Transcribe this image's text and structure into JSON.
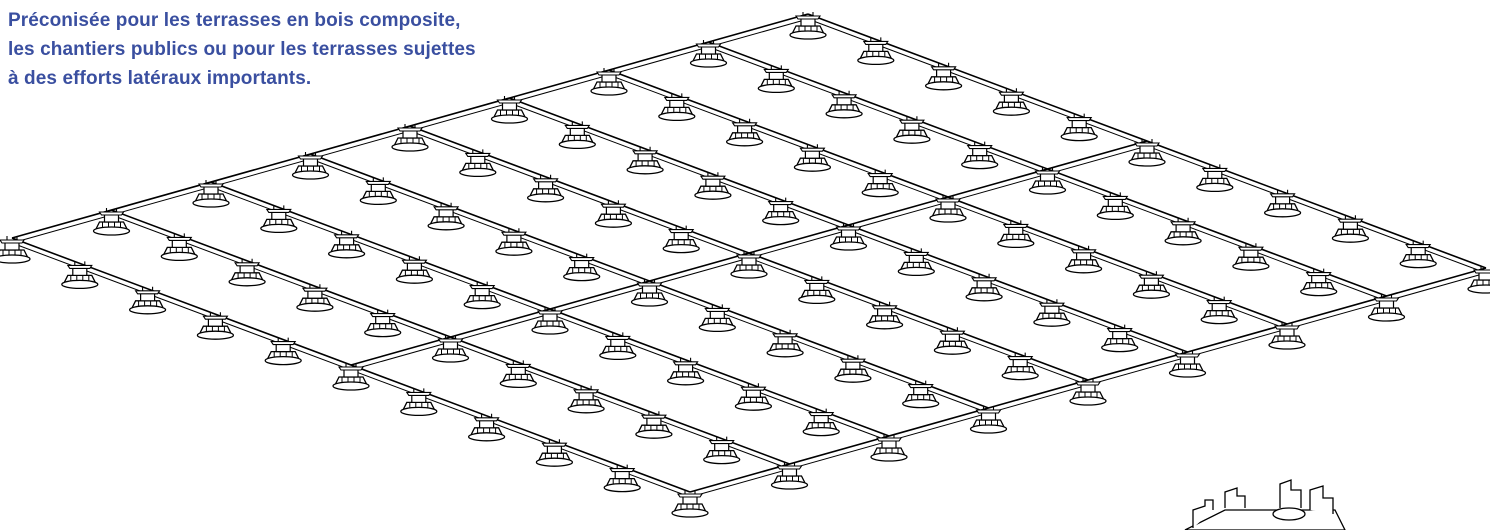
{
  "caption": {
    "lines": [
      "Préconisée pour les terrasses en bois composite,",
      "les chantiers publics ou pour les terrasses sujettes",
      "à des efforts latéraux importants."
    ],
    "color": "#3a4fa0"
  },
  "diagram": {
    "subject": "isometric terrace frame on adjustable pedestals",
    "line_color": "#000000",
    "icon": "pedestal-icon"
  }
}
